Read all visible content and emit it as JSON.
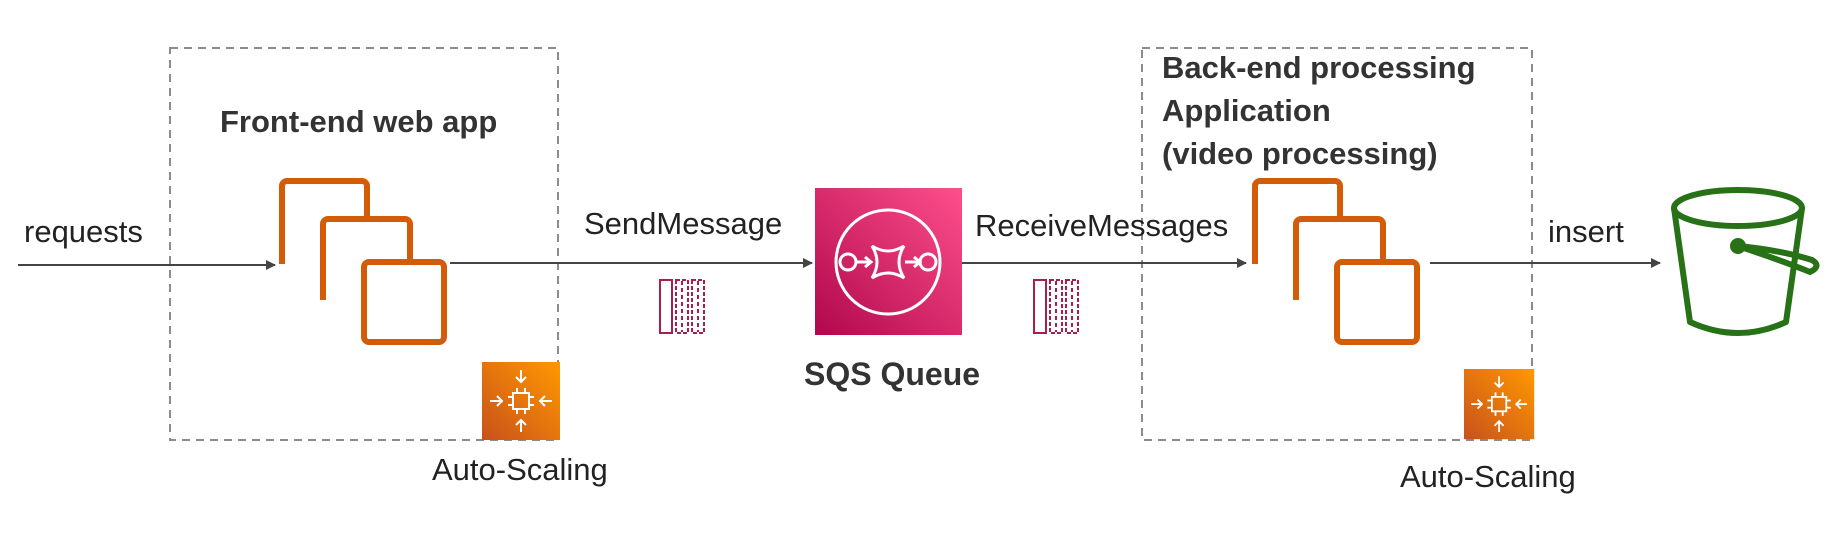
{
  "labels": {
    "requests": "requests",
    "frontend_title": "Front-end web app",
    "send_message": "SendMessage",
    "sqs_queue": "SQS Queue",
    "receive_messages": "ReceiveMessages",
    "backend_title_line1": "Back-end processing",
    "backend_title_line2": "Application",
    "backend_title_line3": "(video processing)",
    "insert": "insert",
    "autoscaling_left": "Auto-Scaling",
    "autoscaling_right": "Auto-Scaling"
  },
  "colors": {
    "ec2_orange": "#D45B07",
    "autoscaling_orange": "#E8681E",
    "sqs_pink": "#D6245E",
    "message_crimson": "#A81F4F",
    "s3_green": "#277116",
    "arrow": "#444444",
    "dashed_box": "#8C8C8C"
  },
  "icons": {
    "ec2_frontend": "ec2-instances-icon",
    "ec2_backend": "ec2-instances-icon",
    "autoscaling": "auto-scaling-icon",
    "sqs": "sqs-queue-icon",
    "messages": "message-stack-icon",
    "s3": "s3-bucket-icon"
  }
}
